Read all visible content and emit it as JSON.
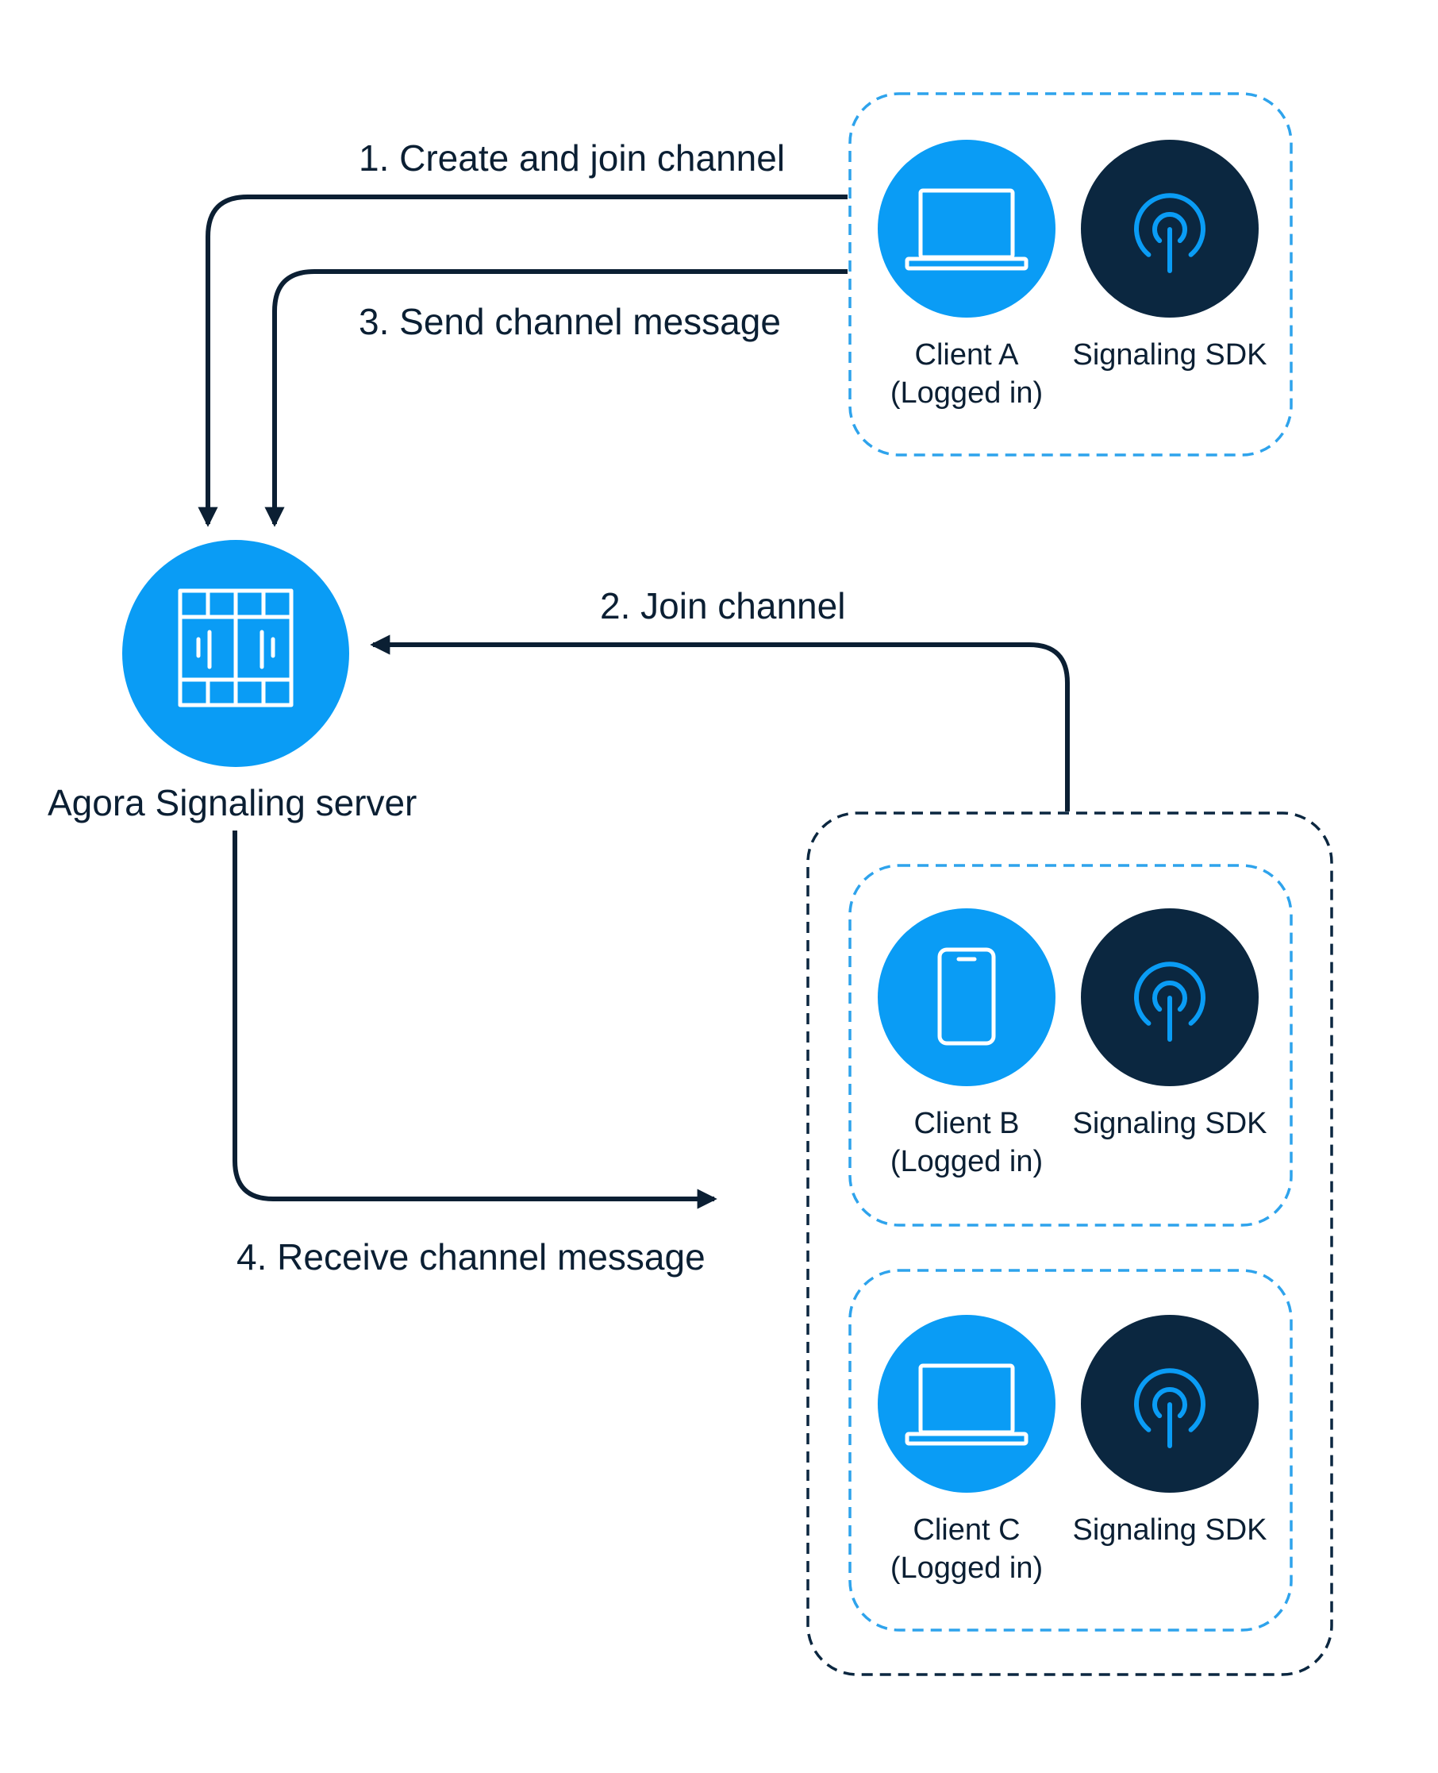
{
  "steps": {
    "step1": "1. Create and join channel",
    "step2": "2. Join channel",
    "step3": "3. Send channel message",
    "step4": "4. Receive channel message"
  },
  "server": {
    "label": "Agora Signaling server",
    "icon": "server-rack-icon"
  },
  "clients": [
    {
      "name": "Client A",
      "status": "(Logged in)",
      "device_icon": "laptop-icon",
      "sdk_label": "Signaling SDK",
      "sdk_icon": "signal-antenna-icon"
    },
    {
      "name": "Client B",
      "status": "(Logged in)",
      "device_icon": "phone-icon",
      "sdk_label": "Signaling SDK",
      "sdk_icon": "signal-antenna-icon"
    },
    {
      "name": "Client C",
      "status": "(Logged in)",
      "device_icon": "laptop-icon",
      "sdk_label": "Signaling SDK",
      "sdk_icon": "signal-antenna-icon"
    }
  ],
  "colors": {
    "accent_blue": "#0a9cf5",
    "dark_navy": "#0b2740",
    "line": "#0b1f33",
    "dashed_blue": "#2ea3ec",
    "dashed_dark": "#0b2740"
  }
}
